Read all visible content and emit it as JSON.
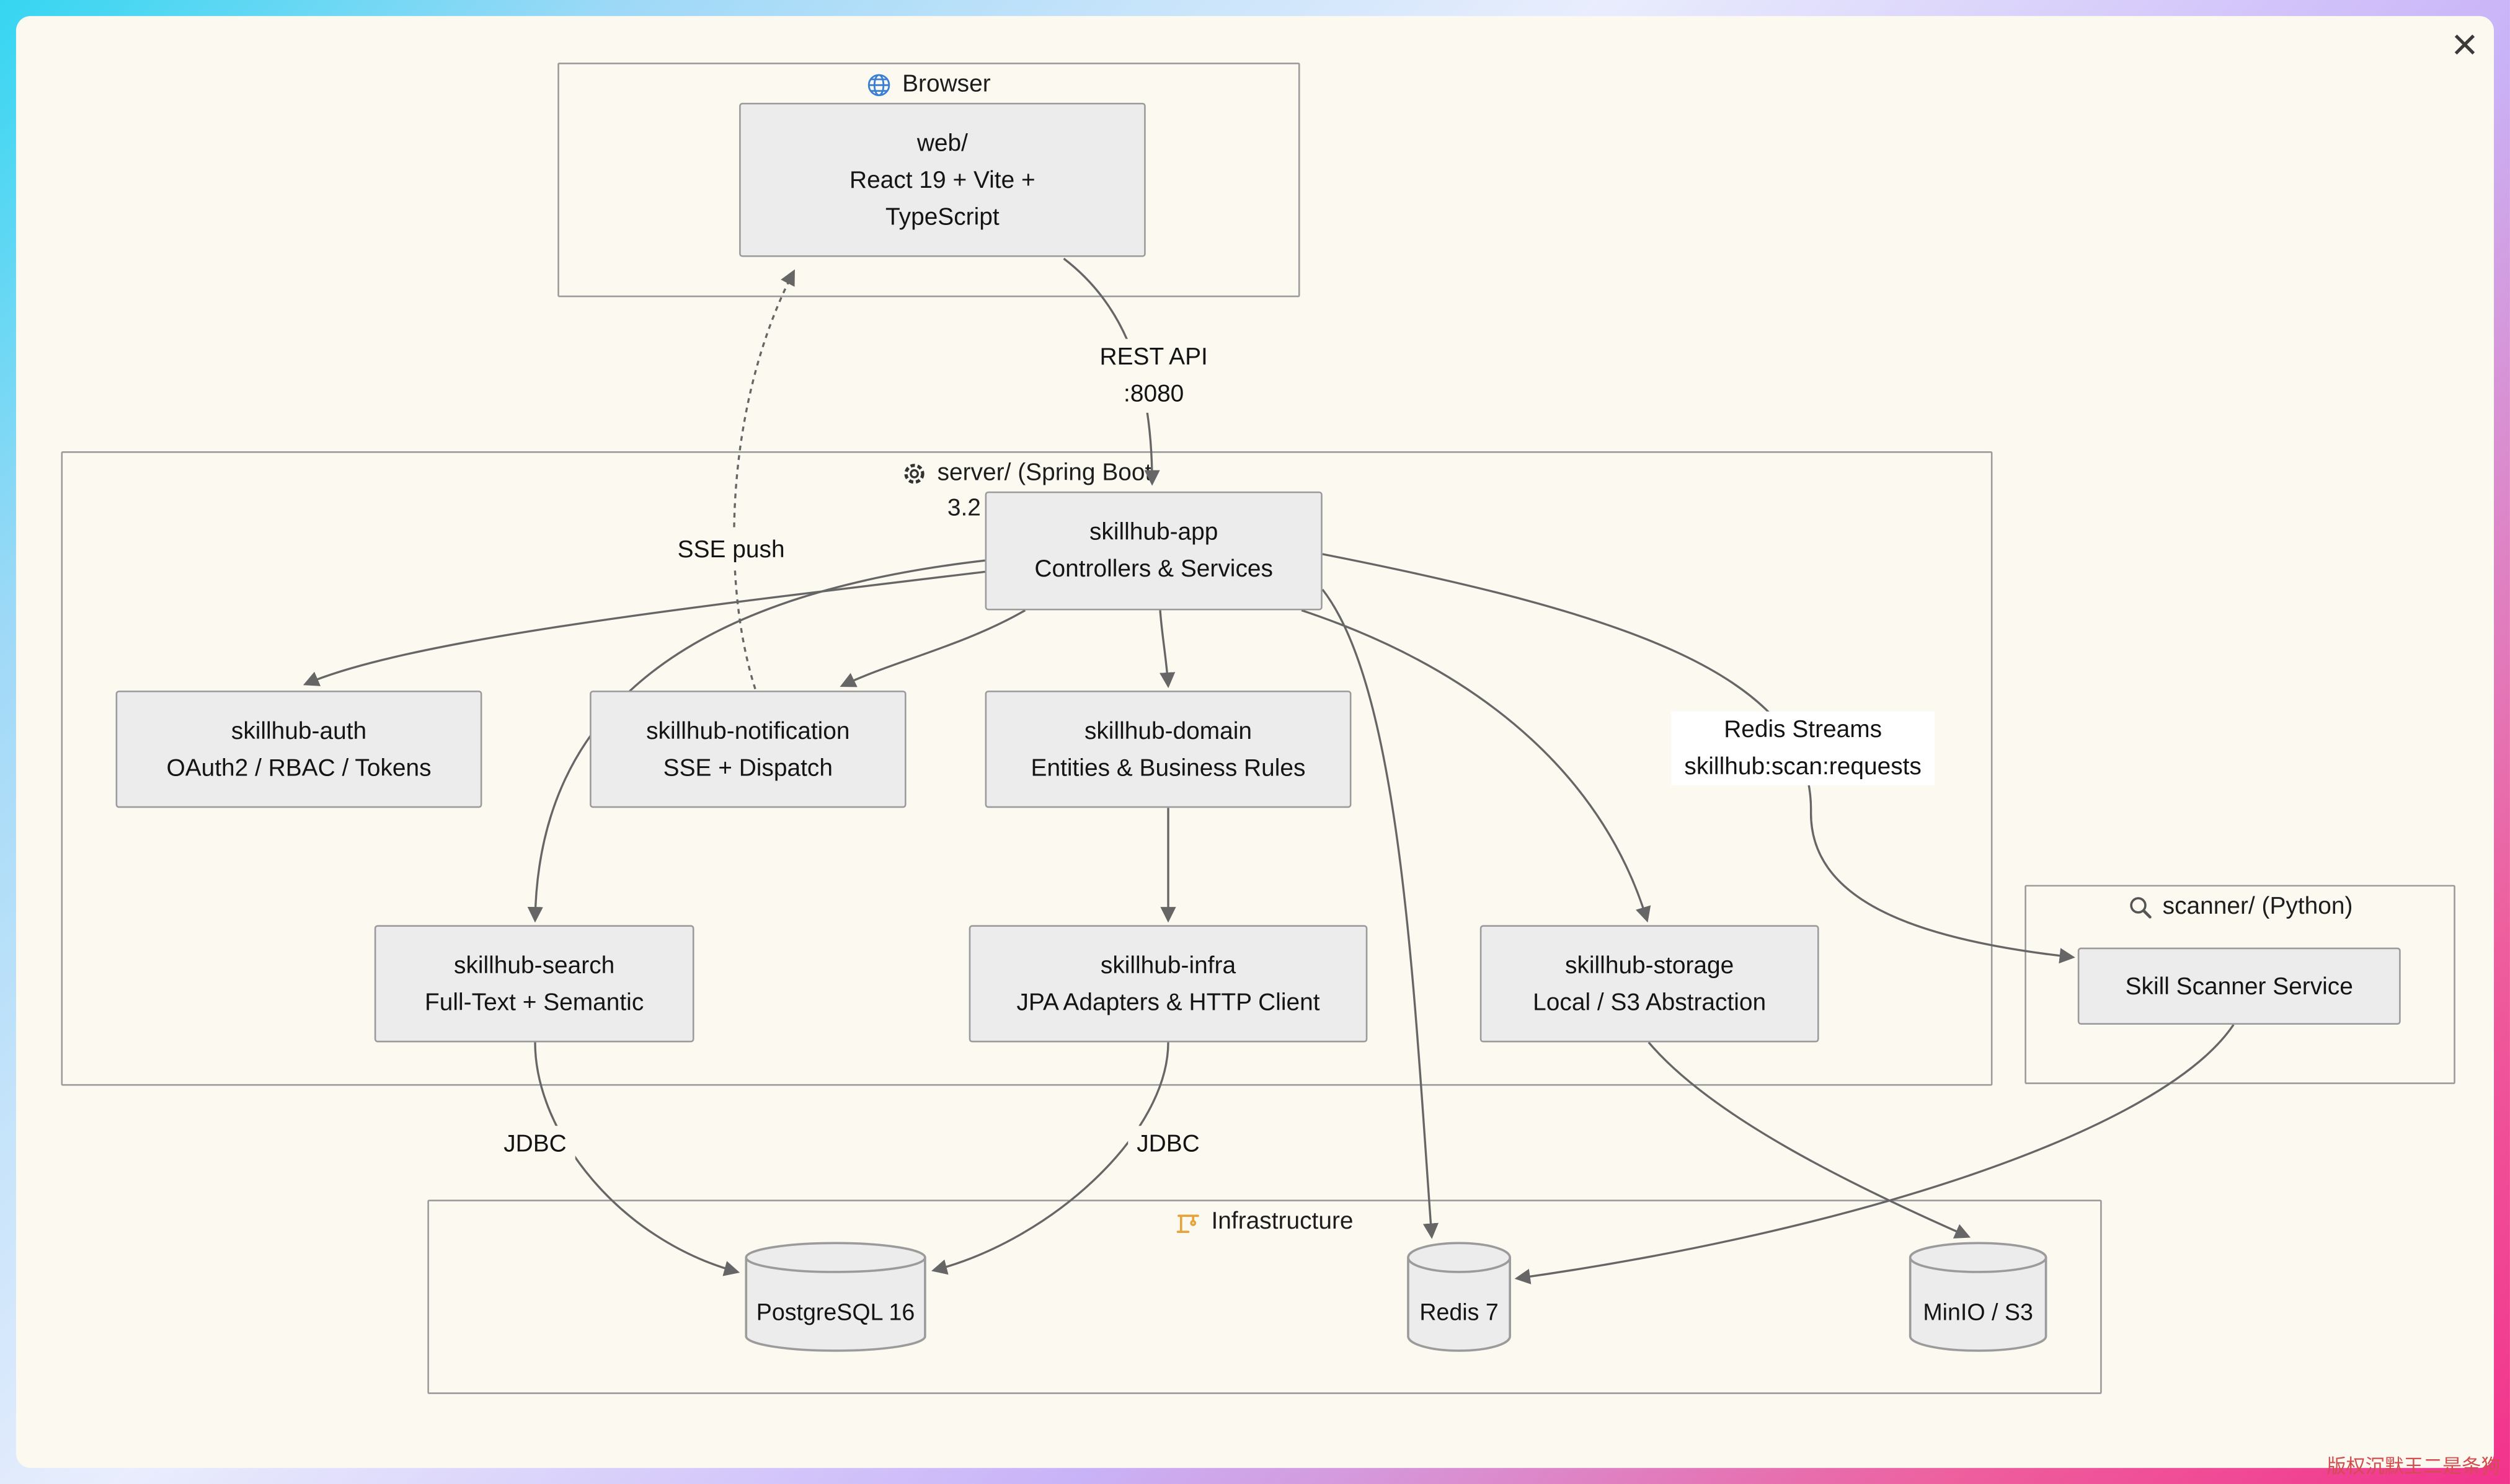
{
  "window": {
    "close_icon": "×",
    "watermark": "版权沉默王二是条狗"
  },
  "containers": {
    "browser": {
      "title": "Browser",
      "icon": "globe-icon"
    },
    "server": {
      "title_line1": "server/ (Spring Boot",
      "title_line2": "3.2",
      "icon": "gear-icon"
    },
    "scanner": {
      "title": "scanner/ (Python)",
      "icon": "magnifier-icon"
    },
    "infrastructure": {
      "title": "Infrastructure",
      "icon": "crane-icon"
    }
  },
  "nodes": {
    "web": {
      "label": "web/\nReact 19 + Vite +\nTypeScript"
    },
    "app": {
      "label": "skillhub-app\nControllers & Services"
    },
    "auth": {
      "label": "skillhub-auth\nOAuth2 / RBAC / Tokens"
    },
    "notification": {
      "label": "skillhub-notification\nSSE + Dispatch"
    },
    "domain": {
      "label": "skillhub-domain\nEntities & Business Rules"
    },
    "search": {
      "label": "skillhub-search\nFull-Text + Semantic"
    },
    "infra": {
      "label": "skillhub-infra\nJPA Adapters & HTTP Client"
    },
    "storage": {
      "label": "skillhub-storage\nLocal / S3 Abstraction"
    },
    "scanner_service": {
      "label": "Skill Scanner Service"
    },
    "postgres": {
      "label": "PostgreSQL 16"
    },
    "redis": {
      "label": "Redis 7"
    },
    "minio": {
      "label": "MinIO / S3"
    }
  },
  "edge_labels": {
    "rest_api": "REST API\n:8080",
    "sse_push": "SSE push",
    "redis_streams": "Redis Streams\nskillhub:scan:requests",
    "jdbc_search": "JDBC",
    "jdbc_infra": "JDBC"
  },
  "colors": {
    "node_fill": "#ececec",
    "node_border": "#9b9b9b",
    "edge": "#666666",
    "canvas_bg": "#fcf9f1",
    "frame_gradient_start": "#35d6f1",
    "frame_gradient_end": "#f2338c",
    "watermark_red": "#d24e4e"
  }
}
